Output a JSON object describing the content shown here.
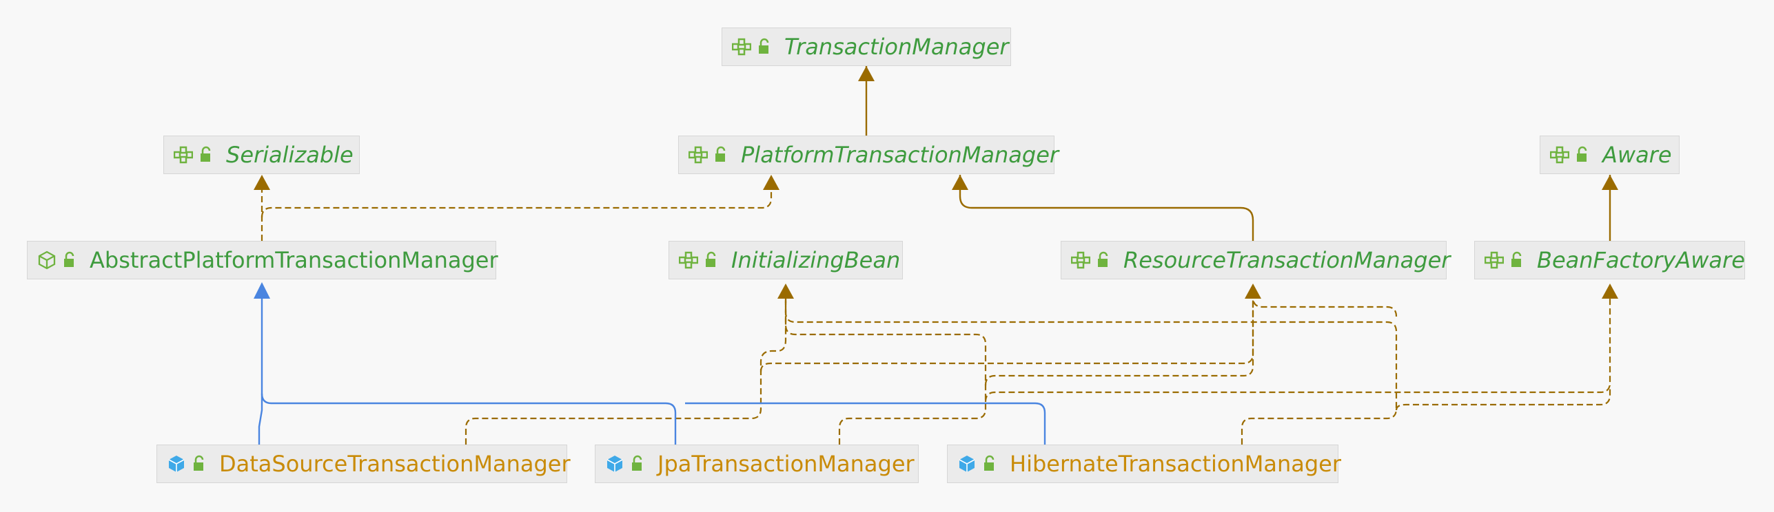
{
  "nodes": {
    "transaction_manager": {
      "name": "TransactionManager",
      "kind": "interface"
    },
    "serializable": {
      "name": "Serializable",
      "kind": "interface"
    },
    "platform_transaction_manager": {
      "name": "PlatformTransactionManager",
      "kind": "interface"
    },
    "aware": {
      "name": "Aware",
      "kind": "interface"
    },
    "abstract_platform_transaction_manager": {
      "name": "AbstractPlatformTransactionManager",
      "kind": "abstract-class"
    },
    "initializing_bean": {
      "name": "InitializingBean",
      "kind": "interface"
    },
    "resource_transaction_manager": {
      "name": "ResourceTransactionManager",
      "kind": "interface"
    },
    "bean_factory_aware": {
      "name": "BeanFactoryAware",
      "kind": "interface"
    },
    "datasource_transaction_manager": {
      "name": "DataSourceTransactionManager",
      "kind": "class"
    },
    "jpa_transaction_manager": {
      "name": "JpaTransactionManager",
      "kind": "class"
    },
    "hibernate_transaction_manager": {
      "name": "HibernateTransactionManager",
      "kind": "class"
    }
  },
  "colors": {
    "background": "#f8f8f8",
    "node_fill": "#ebebeb",
    "interface_text": "#3e9b3e",
    "class_text": "#c98b08",
    "extends_line": "#9a6b00",
    "implements_line": "#9a6b00",
    "class_inherit_line": "#4a85e0",
    "interface_icon": "#6fb33f",
    "class_icon": "#3fa9e8"
  }
}
